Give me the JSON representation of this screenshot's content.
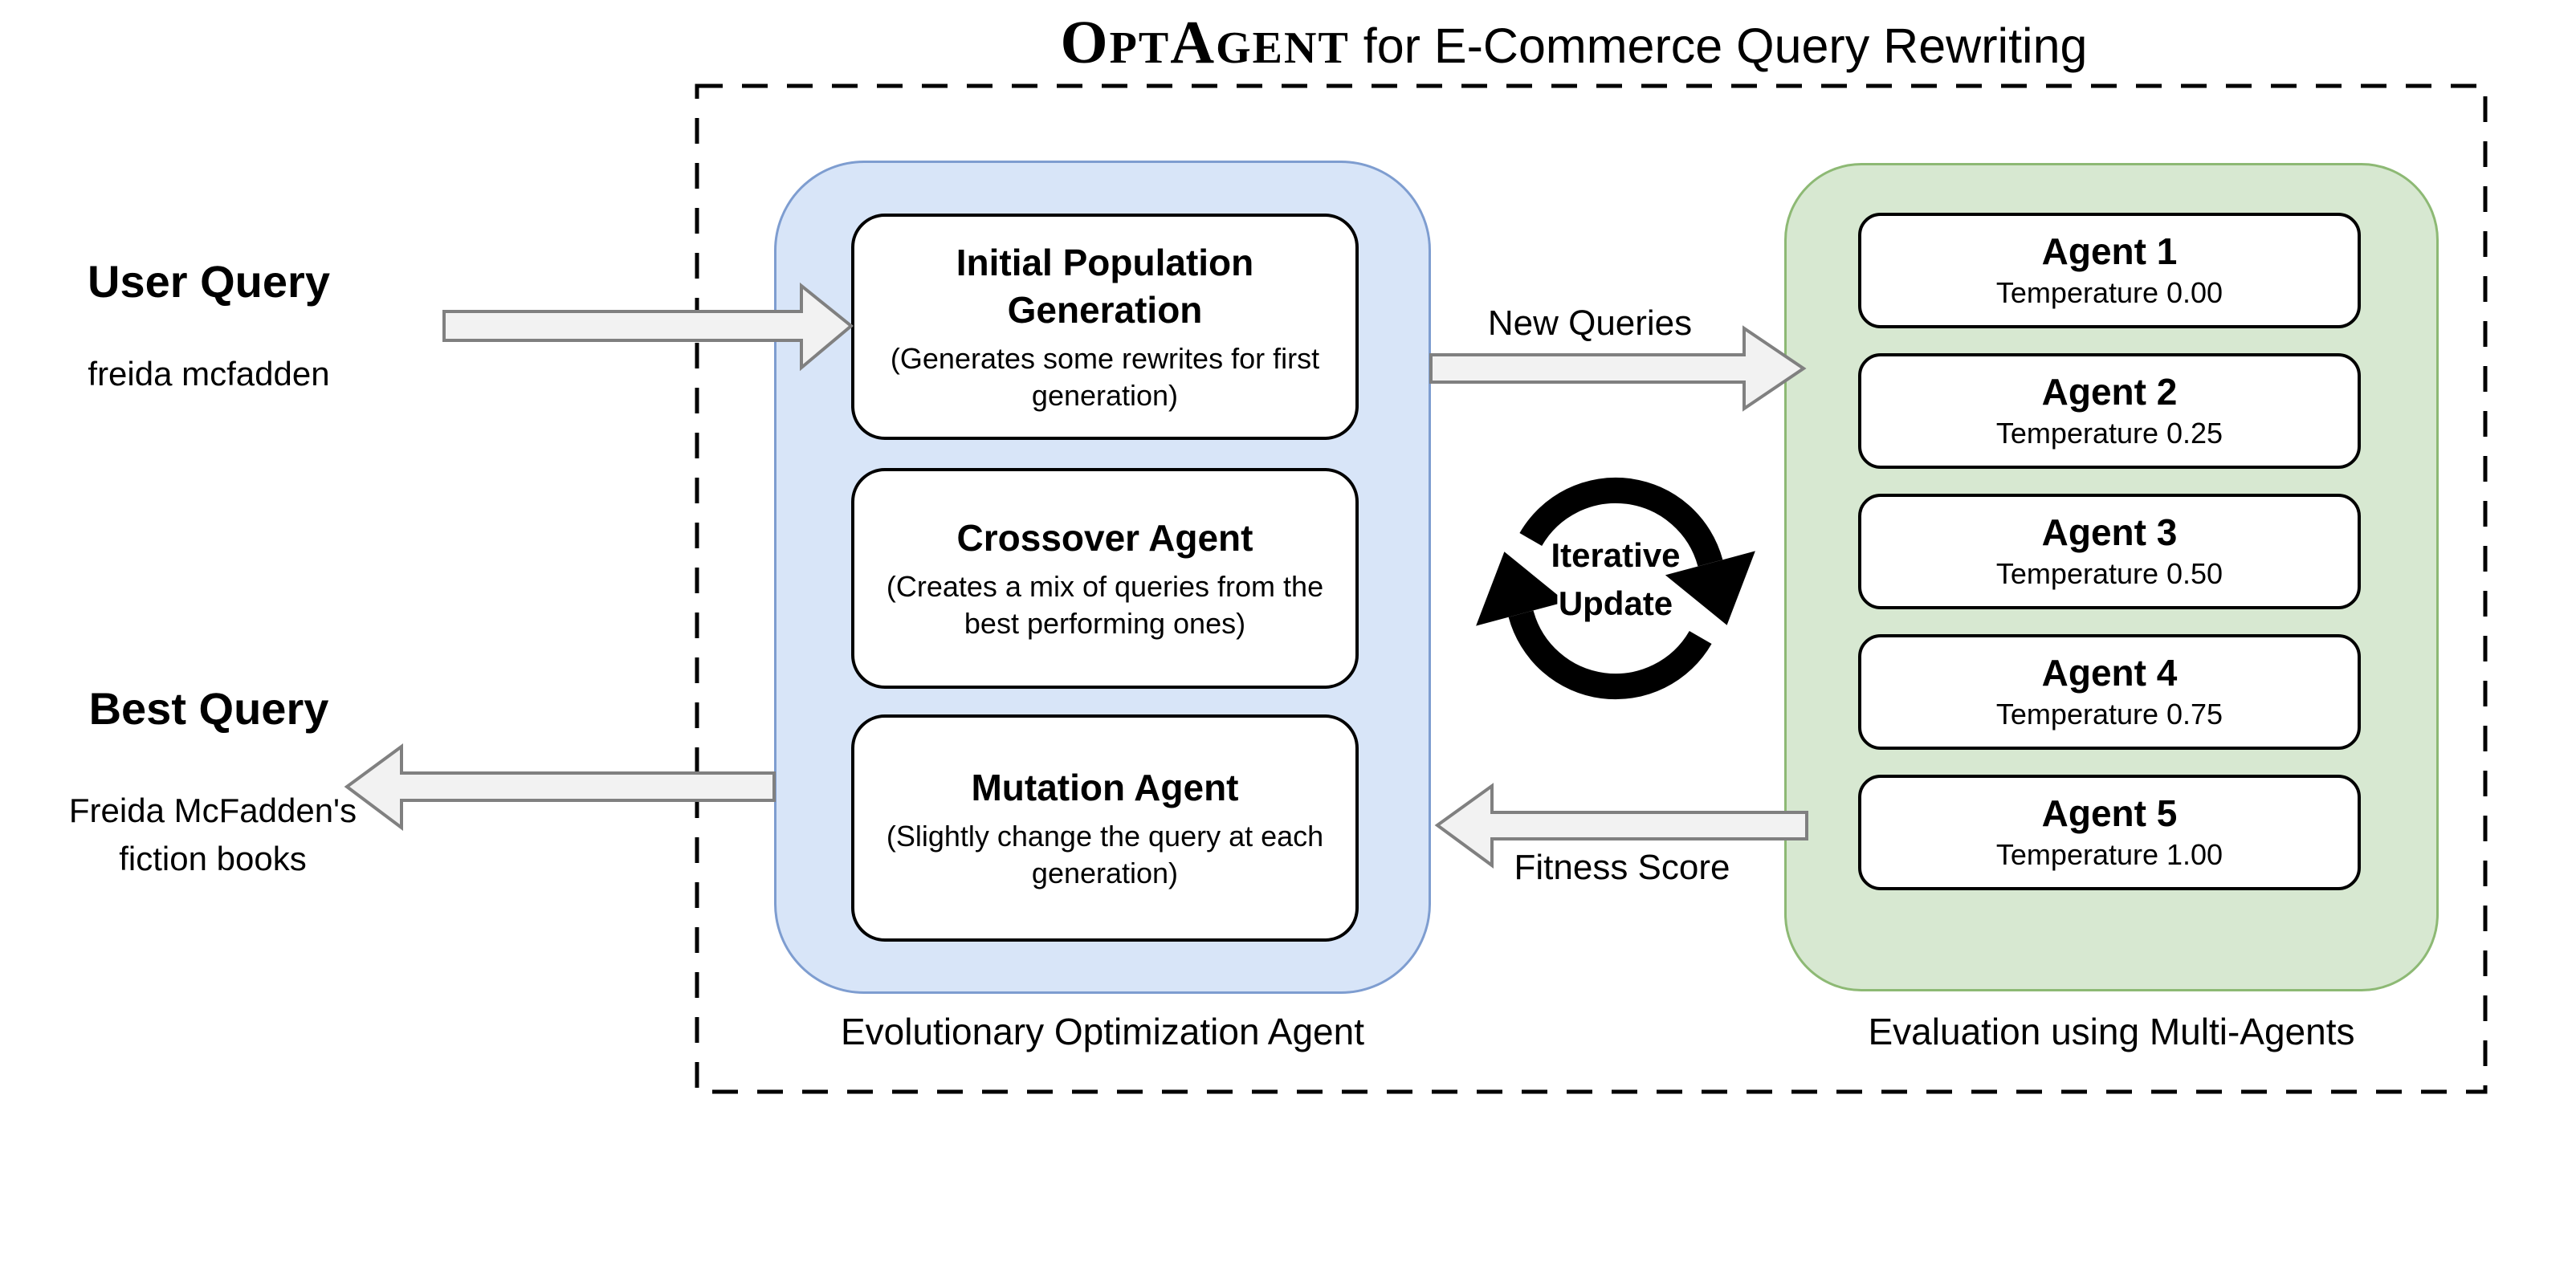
{
  "title": {
    "brand_parts": [
      "O",
      "PT",
      "A",
      "GENT"
    ],
    "rest": " for E-Commerce Query Rewriting"
  },
  "inputs": {
    "user_query_label": "User Query",
    "user_query_value": "freida mcfadden",
    "best_query_label": "Best Query",
    "best_query_value": "Freida McFadden's fiction books"
  },
  "evolution": {
    "caption": "Evolutionary Optimization Agent",
    "cards": [
      {
        "title": "Initial Population Generation",
        "subtitle": "(Generates some rewrites for first generation)"
      },
      {
        "title": "Crossover Agent",
        "subtitle": "(Creates a mix of queries from the best performing ones)"
      },
      {
        "title": "Mutation Agent",
        "subtitle": "(Slightly change the query at each generation)"
      }
    ]
  },
  "evaluation": {
    "caption": "Evaluation using Multi-Agents",
    "agents": [
      {
        "name": "Agent 1",
        "temperature": "Temperature 0.00"
      },
      {
        "name": "Agent 2",
        "temperature": "Temperature 0.25"
      },
      {
        "name": "Agent 3",
        "temperature": "Temperature 0.50"
      },
      {
        "name": "Agent 4",
        "temperature": "Temperature 0.75"
      },
      {
        "name": "Agent 5",
        "temperature": "Temperature 1.00"
      }
    ]
  },
  "flows": {
    "new_queries": "New Queries",
    "fitness_score": "Fitness Score",
    "cycle_line1": "Iterative",
    "cycle_line2": "Update"
  },
  "colors": {
    "evolution_fill": "#d8e5f8",
    "evolution_stroke": "#7e9dd0",
    "evaluation_fill": "#d7e8d1",
    "evaluation_stroke": "#8db974",
    "arrow_fill": "#f2f2f2",
    "arrow_stroke": "#808080"
  }
}
